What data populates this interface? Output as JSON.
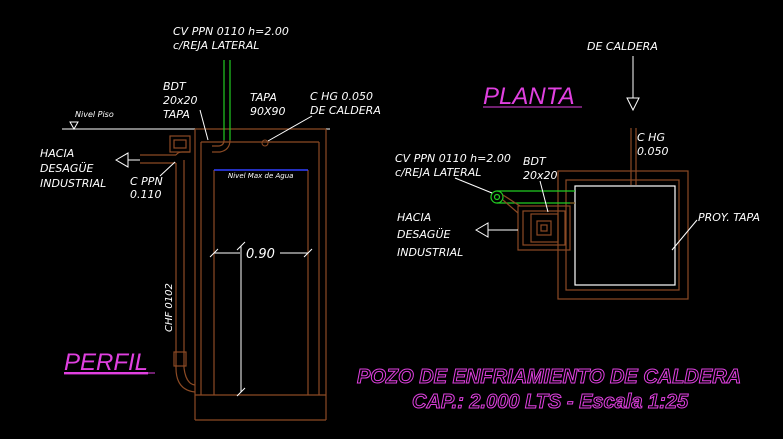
{
  "colors": {
    "background": "#000000",
    "text": "#ffffff",
    "structure": "#8b4a24",
    "pipe_green": "#22cc22",
    "water_blue": "#3040ff",
    "title_magenta": "#e040e0"
  },
  "perfil": {
    "title": "PERFIL",
    "labels": {
      "cv_line1": "CV PPN 0110 h=2.00",
      "cv_line2": "c/REJA LATERAL",
      "bdt_line1": "BDT",
      "bdt_line2": "20x20",
      "bdt_line3": "TAPA",
      "tapa_line1": "TAPA",
      "tapa_line2": "90X90",
      "chg_line1": "C HG 0.050",
      "chg_line2": "DE CALDERA",
      "nivel_piso": "Nivel Piso",
      "nivel_max": "Nivel Max de Agua",
      "hacia_line1": "HACIA",
      "hacia_line2": "DESAGÜE",
      "hacia_line3": "INDUSTRIAL",
      "cppn_line1": "C PPN",
      "cppn_line2": "0.110",
      "chf": "CHF 0102",
      "width_dim": "0.90"
    }
  },
  "planta": {
    "title": "PLANTA",
    "labels": {
      "de_caldera": "DE CALDERA",
      "chg_line1": "C HG",
      "chg_line2": "0.050",
      "cv_line1": "CV PPN 0110 h=2.00",
      "cv_line2": "c/REJA LATERAL",
      "bdt_line1": "BDT",
      "bdt_line2": "20x20",
      "hacia_line1": "HACIA",
      "hacia_line2": "DESAGÜE",
      "hacia_line3": "INDUSTRIAL",
      "proy_tapa": "PROY. TAPA"
    }
  },
  "title_block": {
    "line1": "POZO DE ENFRIAMIENTO DE CALDERA",
    "line2": "CAP.: 2.000 LTS - Escala 1:25"
  }
}
